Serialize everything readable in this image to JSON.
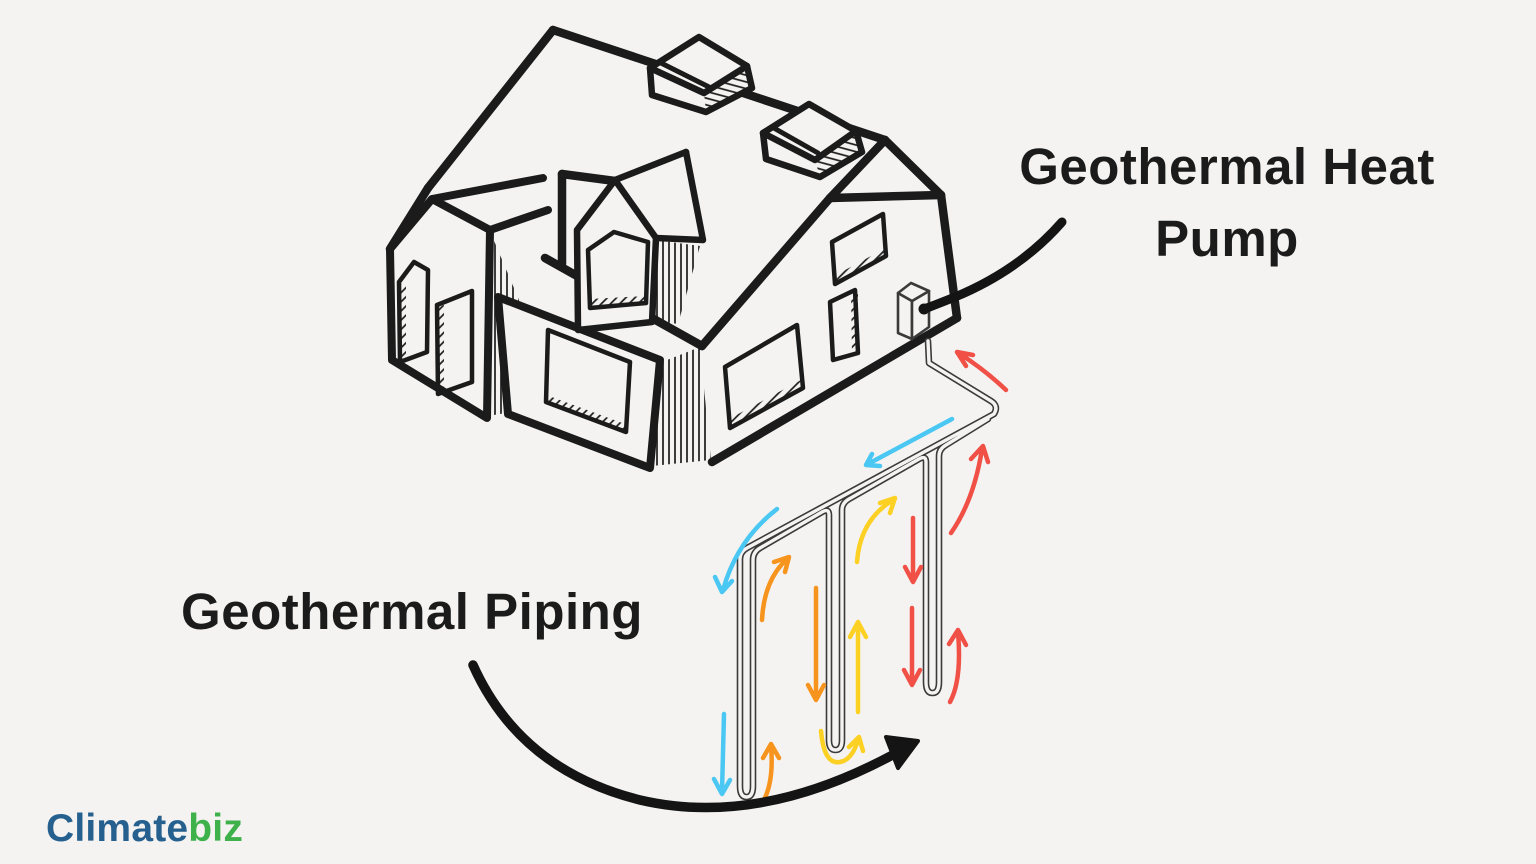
{
  "canvas": {
    "background": "#f4f3f1"
  },
  "labels": {
    "heat_pump_line1": "Geothermal Heat",
    "heat_pump_line2": "Pump",
    "piping": "Geothermal Piping"
  },
  "logo": {
    "climate": "Climate",
    "biz": "biz",
    "climate_color": "#26608f",
    "biz_color": "#3eb14b"
  },
  "colors": {
    "ink": "#1b1b1b",
    "pipe_outline": "#3a3a3a",
    "arrow_cold_blue": "#4ac7f2",
    "arrow_cool_orange": "#f7941d",
    "arrow_warm_yellow": "#fdd024",
    "arrow_hot_red": "#f05045"
  }
}
